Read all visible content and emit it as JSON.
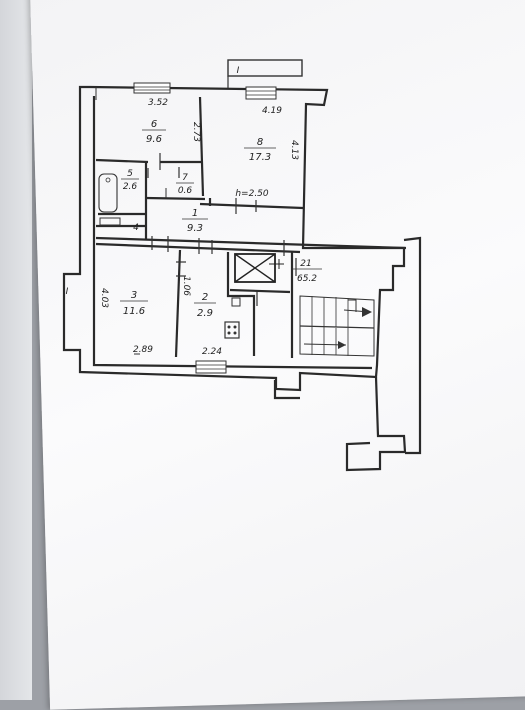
{
  "plan": {
    "rooms": [
      {
        "id": "room-6",
        "number": "6",
        "area": "9.6"
      },
      {
        "id": "room-8",
        "number": "8",
        "area": "17.3"
      },
      {
        "id": "room-5",
        "number": "5",
        "area": "2.6"
      },
      {
        "id": "room-7",
        "number": "7",
        "area": "0.6"
      },
      {
        "id": "room-1",
        "number": "1",
        "area": "9.3"
      },
      {
        "id": "room-3",
        "number": "3",
        "area": "11.6"
      },
      {
        "id": "room-2",
        "number": "2",
        "area": "2.9"
      },
      {
        "id": "room-21",
        "number": "21",
        "area": "65.2"
      },
      {
        "id": "room-4",
        "number": "4",
        "area": ""
      }
    ],
    "dimensions": {
      "d_3_52": "3.52",
      "d_4_19": "4.19",
      "d_2_73": "2.73",
      "d_4_13": "4.13",
      "d_h": "h=2.50",
      "d_4_03": "4.03",
      "d_1_06": "1.06",
      "d_2_89": "2.89",
      "d_2_24": "2.24"
    },
    "section_marks": {
      "top": "I",
      "left": "I"
    }
  }
}
